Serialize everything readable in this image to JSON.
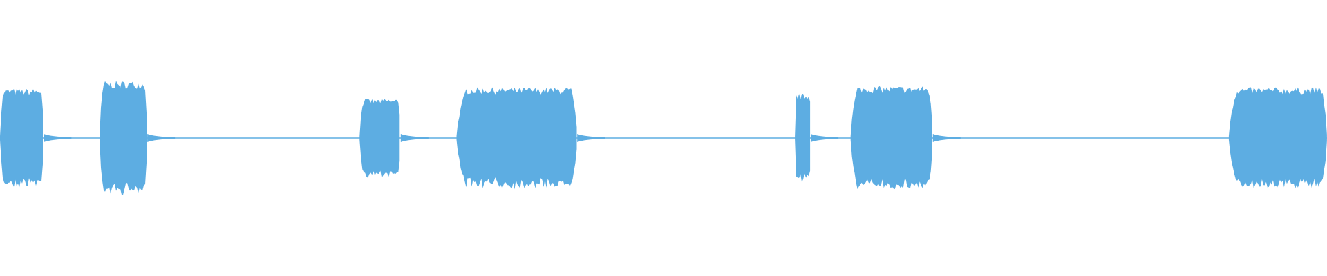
{
  "waveform": {
    "color": "#5dade2",
    "background": "#ffffff",
    "amplitude_scale": [
      -1,
      1
    ],
    "duration_fraction_axis": [
      0,
      1
    ],
    "segments": [
      {
        "start": 0.0,
        "end": 0.033,
        "peak": 0.78
      },
      {
        "start": 0.075,
        "end": 0.111,
        "peak": 0.9
      },
      {
        "start": 0.271,
        "end": 0.302,
        "peak": 0.62
      },
      {
        "start": 0.344,
        "end": 0.435,
        "peak": 0.8
      },
      {
        "start": 0.599,
        "end": 0.611,
        "peak": 0.7
      },
      {
        "start": 0.641,
        "end": 0.703,
        "peak": 0.82
      },
      {
        "start": 0.926,
        "end": 1.0,
        "peak": 0.8
      }
    ]
  }
}
